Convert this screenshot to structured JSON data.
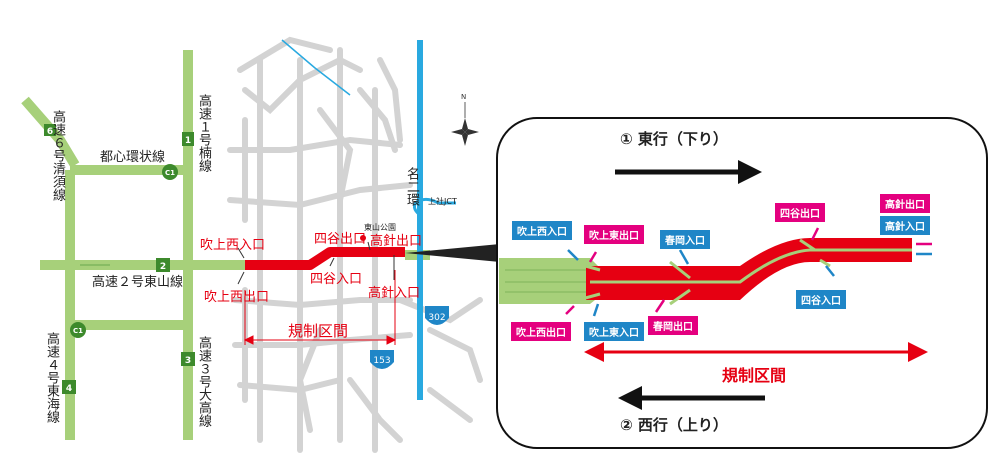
{
  "routes": {
    "r6": {
      "number": "6",
      "name": "高速６号清須線"
    },
    "r1": {
      "number": "1",
      "name": "高速１号楠線"
    },
    "r2": {
      "number": "2",
      "name": "高速２号東山線"
    },
    "r3": {
      "number": "3",
      "name": "高速３号大高線"
    },
    "r4": {
      "number": "4",
      "name": "高速４号東海線"
    },
    "ring": {
      "name": "都心環状線",
      "c1_label": "C1"
    },
    "meiniikan": {
      "name": "名二環"
    }
  },
  "places": {
    "kamiyashiro_jct": "上社JCT",
    "higashiyama_park": "東山公園",
    "compass_n": "N"
  },
  "ramps_map": {
    "fukiage_west_in": "吹上西入口",
    "fukiage_west_out": "吹上西出口",
    "yotsuya_out": "四谷出口",
    "yotsuya_in": "四谷入口",
    "takabari_out": "高針出口",
    "takabari_in": "高針入口"
  },
  "restriction_label": "規制区間",
  "national_routes": [
    "302",
    "153"
  ],
  "inset": {
    "east_label": "① 東行（下り）",
    "west_label": "② 西行（上り）",
    "restriction_label": "規制区間",
    "badges": {
      "fukiage_west_in": "吹上西入口",
      "fukiage_east_out": "吹上東出口",
      "haruoka_in": "春岡入口",
      "yotsuya_out": "四谷出口",
      "takabari_out": "高針出口",
      "takabari_in": "高針入口",
      "fukiage_west_out": "吹上西出口",
      "fukiage_east_in": "吹上東入口",
      "haruoka_out": "春岡出口",
      "yotsuya_in": "四谷入口"
    }
  },
  "colors": {
    "expressway": "#a7d07a",
    "restricted": "#e60012",
    "meiniikan": "#29a9e0",
    "local_roads": "#d0d0d0",
    "exit_badge": "#e4007f",
    "entrance_badge": "#1f86c7"
  }
}
